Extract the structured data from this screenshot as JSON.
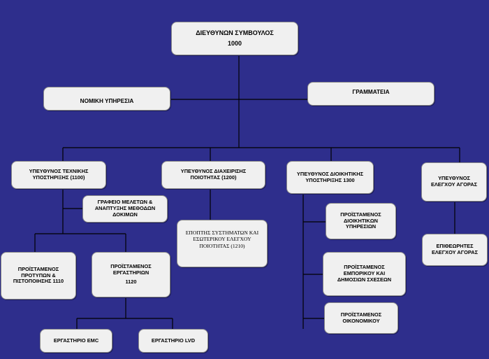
{
  "nodes": {
    "ceo": {
      "line1": "ΔΙΕΥΘΥΝΩΝ ΣΥΜΒΟΥΛΟΣ",
      "line2": "1000"
    },
    "legal": {
      "line1": "ΝΟΜΙΚΗ ΥΠΗΡΕΣΙΑ"
    },
    "secretariat": {
      "line1": "ΓΡΑΜΜΑΤΕΙΑ"
    },
    "technical": {
      "line1": "ΥΠΕΥΘΥΝΟΣ ΤΕΧΝΙΚΗΣ",
      "line2": "ΥΠΟΣΤΗΡΙΞΗΣ (1100)"
    },
    "quality": {
      "line1": "ΥΠΕΥΘΥΝΟΣ ΔΙΑΧΕΙΡΙΣΗΣ",
      "line2": "ΠΟΙΟΤΗΤΑΣ (1200)"
    },
    "admin": {
      "line1": "ΥΠΕΥΘΥΝΟΣ ΔΙΟΙΚΗΤΙΚΗΣ",
      "line2": "ΥΠΟΣΤΗΡΙΞΗΣ 1300"
    },
    "market": {
      "line1": "ΥΠΕΥΘΥΝΟΣ",
      "line2": "ΕΛΕΓΧΟΥ ΑΓΟΡΑΣ"
    },
    "studies": {
      "line1": "ΓΡΑΦΕΙΟ ΜΕΛΕΤΩΝ &",
      "line2": "ΑΝΑΠΤΥΞΗΣ ΜΕΘΟΔΩΝ",
      "line3": "ΔΟΚΙΜΩΝ"
    },
    "qa_inspector": {
      "line1": "ΕΠΟΠΤΗΣ ΣΥΣΤΗΜΑΤΩΝ ΚΑΙ",
      "line2": "ΕΣΩΤΕΡΙΚΟΥ ΕΛΕΓΧΟΥ",
      "line3": "ΠΟΙΟΤΗΤΑΣ (1210)"
    },
    "standards": {
      "line1": "ΠΡΟΪΣΤΑΜΕΝΟΣ",
      "line2": "ΠΡΟΤΥΠΩΝ &",
      "line3": "ΠΙΣΤΟΠΟΙΗΣΗΣ 1110"
    },
    "labs": {
      "line1": "ΠΡΟΪΣΤΑΜΕΝΟΣ",
      "line2": "ΕΡΓΑΣΤΗΡΙΩΝ",
      "line3": "1120"
    },
    "admin_services": {
      "line1": "ΠΡΟΪΣΤΑΜΕΝΟΣ",
      "line2": "ΔΙΟΙΚΗΤΙΚΩΝ",
      "line3": "ΥΠΗΡΕΣΙΩΝ"
    },
    "commercial": {
      "line1": "ΠΡΟΪΣΤΑΜΕΝΟΣ",
      "line2": "ΕΜΠΟΡΙΚΟΥ ΚΑΙ",
      "line3": "ΔΗΜΟΣΙΩΝ ΣΧΕΣΕΩΝ"
    },
    "finance": {
      "line1": "ΠΡΟΪΣΤΑΜΕΝΟΣ",
      "line2": "ΟΙΚΟΝΟΜΙΚΟΥ"
    },
    "inspectors": {
      "line1": "ΕΠΙΘΕΩΡΗΤΕΣ",
      "line2": "ΕΛΕΓΧΟΥ ΑΓΟΡΑΣ"
    },
    "emc": {
      "line1": "ΕΡΓΑΣΤΗΡΙΟ EMC"
    },
    "lvd": {
      "line1": "ΕΡΓΑΣΤΗΡΙΟ LVD"
    }
  },
  "colors": {
    "background": "#2e2e8c",
    "box": "#f0f0f0",
    "connector": "#000000"
  }
}
